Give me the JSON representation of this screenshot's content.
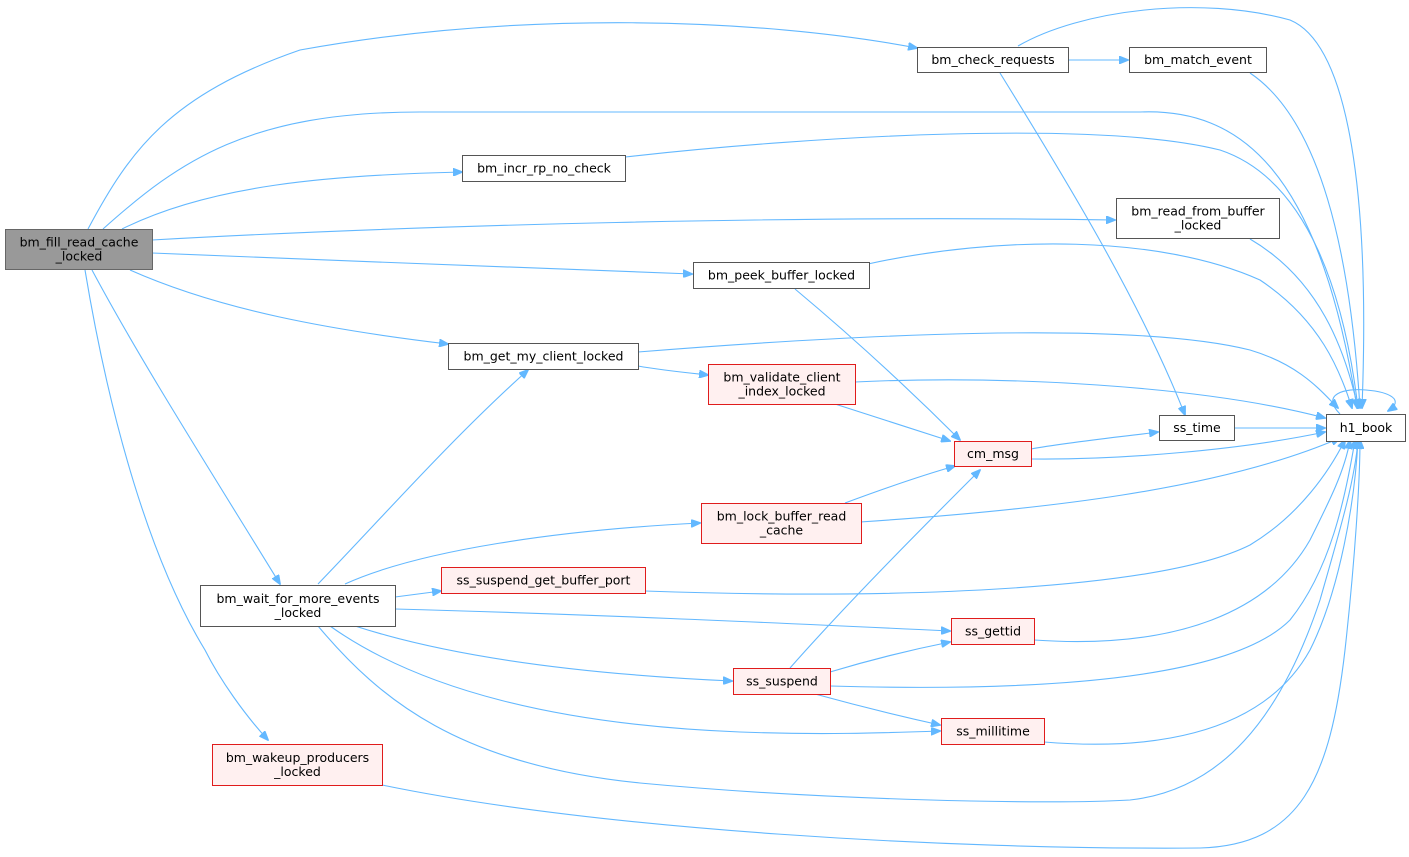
{
  "colors": {
    "edge": "#63b8ff",
    "node_border_default": "#555555",
    "node_fill_default": "#ffffff",
    "node_border_red": "#e01c1c",
    "node_fill_red": "#fff0f0",
    "node_fill_root": "#999999",
    "node_border_root": "#666666"
  },
  "nodes": {
    "bm_fill_read_cache_locked": {
      "lines": [
        "bm_fill_read_cache",
        "_locked"
      ],
      "style": "root"
    },
    "bm_check_requests": {
      "lines": [
        "bm_check_requests"
      ],
      "style": "default"
    },
    "bm_match_event": {
      "lines": [
        "bm_match_event"
      ],
      "style": "default"
    },
    "bm_incr_rp_no_check": {
      "lines": [
        "bm_incr_rp_no_check"
      ],
      "style": "default"
    },
    "bm_read_from_buffer_locked": {
      "lines": [
        "bm_read_from_buffer",
        "_locked"
      ],
      "style": "default"
    },
    "bm_peek_buffer_locked": {
      "lines": [
        "bm_peek_buffer_locked"
      ],
      "style": "default"
    },
    "bm_get_my_client_locked": {
      "lines": [
        "bm_get_my_client_locked"
      ],
      "style": "default"
    },
    "bm_validate_client_index_locked": {
      "lines": [
        "bm_validate_client",
        "_index_locked"
      ],
      "style": "red"
    },
    "ss_time": {
      "lines": [
        "ss_time"
      ],
      "style": "default"
    },
    "h1_book": {
      "lines": [
        "h1_book"
      ],
      "style": "default"
    },
    "cm_msg": {
      "lines": [
        "cm_msg"
      ],
      "style": "red"
    },
    "bm_lock_buffer_read_cache": {
      "lines": [
        "bm_lock_buffer_read",
        "_cache"
      ],
      "style": "red"
    },
    "ss_suspend_get_buffer_port": {
      "lines": [
        "ss_suspend_get_buffer_port"
      ],
      "style": "red"
    },
    "bm_wait_for_more_events_locked": {
      "lines": [
        "bm_wait_for_more_events",
        "_locked"
      ],
      "style": "default"
    },
    "ss_gettid": {
      "lines": [
        "ss_gettid"
      ],
      "style": "red"
    },
    "ss_suspend": {
      "lines": [
        "ss_suspend"
      ],
      "style": "red"
    },
    "ss_millitime": {
      "lines": [
        "ss_millitime"
      ],
      "style": "red"
    },
    "bm_wakeup_producers_locked": {
      "lines": [
        "bm_wakeup_producers",
        "_locked"
      ],
      "style": "red"
    }
  },
  "edges": [
    [
      "bm_fill_read_cache_locked",
      "bm_check_requests"
    ],
    [
      "bm_fill_read_cache_locked",
      "h1_book"
    ],
    [
      "bm_fill_read_cache_locked",
      "bm_incr_rp_no_check"
    ],
    [
      "bm_fill_read_cache_locked",
      "bm_read_from_buffer_locked"
    ],
    [
      "bm_fill_read_cache_locked",
      "bm_peek_buffer_locked"
    ],
    [
      "bm_fill_read_cache_locked",
      "bm_get_my_client_locked"
    ],
    [
      "bm_fill_read_cache_locked",
      "bm_wait_for_more_events_locked"
    ],
    [
      "bm_fill_read_cache_locked",
      "bm_wakeup_producers_locked"
    ],
    [
      "bm_check_requests",
      "bm_match_event"
    ],
    [
      "bm_check_requests",
      "h1_book"
    ],
    [
      "bm_check_requests",
      "ss_time"
    ],
    [
      "bm_match_event",
      "h1_book"
    ],
    [
      "bm_incr_rp_no_check",
      "h1_book"
    ],
    [
      "bm_read_from_buffer_locked",
      "h1_book"
    ],
    [
      "bm_peek_buffer_locked",
      "h1_book"
    ],
    [
      "bm_peek_buffer_locked",
      "cm_msg"
    ],
    [
      "bm_get_my_client_locked",
      "h1_book"
    ],
    [
      "bm_get_my_client_locked",
      "bm_validate_client_index_locked"
    ],
    [
      "bm_validate_client_index_locked",
      "h1_book"
    ],
    [
      "bm_validate_client_index_locked",
      "cm_msg"
    ],
    [
      "cm_msg",
      "ss_time"
    ],
    [
      "cm_msg",
      "h1_book"
    ],
    [
      "ss_time",
      "h1_book"
    ],
    [
      "h1_book",
      "h1_book"
    ],
    [
      "bm_lock_buffer_read_cache",
      "cm_msg"
    ],
    [
      "bm_lock_buffer_read_cache",
      "h1_book"
    ],
    [
      "ss_suspend_get_buffer_port",
      "h1_book"
    ],
    [
      "bm_wait_for_more_events_locked",
      "bm_get_my_client_locked"
    ],
    [
      "bm_wait_for_more_events_locked",
      "bm_lock_buffer_read_cache"
    ],
    [
      "bm_wait_for_more_events_locked",
      "ss_suspend_get_buffer_port"
    ],
    [
      "bm_wait_for_more_events_locked",
      "ss_gettid"
    ],
    [
      "bm_wait_for_more_events_locked",
      "ss_suspend"
    ],
    [
      "bm_wait_for_more_events_locked",
      "ss_millitime"
    ],
    [
      "bm_wait_for_more_events_locked",
      "h1_book"
    ],
    [
      "ss_gettid",
      "h1_book"
    ],
    [
      "ss_suspend",
      "cm_msg"
    ],
    [
      "ss_suspend",
      "ss_gettid"
    ],
    [
      "ss_suspend",
      "ss_millitime"
    ],
    [
      "ss_suspend",
      "h1_book"
    ],
    [
      "ss_millitime",
      "h1_book"
    ],
    [
      "bm_wakeup_producers_locked",
      "h1_book"
    ]
  ]
}
